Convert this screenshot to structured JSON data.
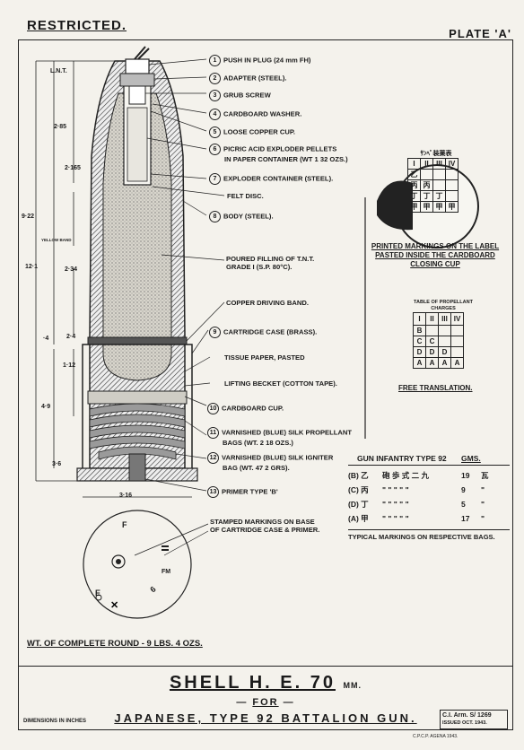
{
  "header": {
    "restricted": "RESTRICTED.",
    "plate": "PLATE 'A'"
  },
  "callouts": [
    {
      "num": "1",
      "text": "PUSH IN PLUG (24 mm FH)"
    },
    {
      "num": "2",
      "text": "ADAPTER (STEEL)."
    },
    {
      "num": "3",
      "text": "GRUB SCREW"
    },
    {
      "num": "4",
      "text": "CARDBOARD WASHER."
    },
    {
      "num": "5",
      "text": "LOOSE COPPER CUP."
    },
    {
      "num": "6",
      "text": "PICRIC ACID EXPLODER PELLETS",
      "text2": "IN PAPER CONTAINER (WT 1 32 OZS.)"
    },
    {
      "num": "7",
      "text": "EXPLODER CONTAINER (STEEL)."
    },
    {
      "num": "",
      "text": "FELT DISC."
    },
    {
      "num": "8",
      "text": "BODY (STEEL)."
    },
    {
      "num": "",
      "text": "POURED FILLING OF T.N.T.",
      "text2": "GRADE I (S.P. 80°C)."
    },
    {
      "num": "",
      "text": "COPPER DRIVING BAND."
    },
    {
      "num": "9",
      "text": "CARTRIDGE CASE (BRASS)."
    },
    {
      "num": "",
      "text": "TISSUE PAPER, PASTED"
    },
    {
      "num": "",
      "text": "LIFTING BECKET (COTTON TAPE)."
    },
    {
      "num": "10",
      "text": "CARDBOARD CUP."
    },
    {
      "num": "11",
      "text": "VARNISHED (BLUE) SILK PROPELLANT",
      "text2": "BAGS (WT. 2 18 OZS.)"
    },
    {
      "num": "12",
      "text": "VARNISHED (BLUE) SILK IGNITER",
      "text2": "BAG (WT. 47 2 GRS)."
    },
    {
      "num": "13",
      "text": "PRIMER TYPE 'B'"
    },
    {
      "num": "",
      "text": "STAMPED MARKINGS ON BASE",
      "text2": "OF CARTRIDGE CASE & PRIMER."
    }
  ],
  "dimensions": {
    "lnt": "L.N.T.",
    "d285": "2·85",
    "d2165": "2·165",
    "d922": "9·22",
    "yellowband": "YELLOW BAND",
    "d121": "12·1",
    "d234": "2·34",
    "d4": "·4",
    "d24": "2·4",
    "d112": "1·12",
    "d49": "4·9",
    "d36": "3·6",
    "d316": "3·16"
  },
  "label_box": {
    "caption_line1": "PRINTED MARKINGS ON THE LABEL",
    "caption_line2": "PASTED INSIDE THE CARDBOARD",
    "caption_line3": "CLOSING CUP",
    "grid_header": "ｻﾝﾍﾟ装薬表"
  },
  "translation": {
    "title_line1": "TABLE OF PROPELLANT",
    "title_line2": "CHARGES",
    "headers": [
      "I",
      "II",
      "III",
      "IV"
    ],
    "rows": [
      [
        "B",
        "",
        "",
        ""
      ],
      [
        "C",
        "C",
        "",
        ""
      ],
      [
        "D",
        "D",
        "D",
        ""
      ],
      [
        "A",
        "A",
        "A",
        "A"
      ]
    ],
    "caption": "FREE TRANSLATION."
  },
  "gun_table": {
    "heading": "GUN INFANTRY TYPE 92",
    "unit": "GMS.",
    "rows": [
      {
        "label": "(B) 乙",
        "mid": "砲 歩 式 二 九",
        "value": "19",
        "unit": "瓦"
      },
      {
        "label": "(C) 丙",
        "mid": "\" \" \" \" \"",
        "value": "9",
        "unit": "\""
      },
      {
        "label": "(D) 丁",
        "mid": "\" \" \" \" \"",
        "value": "5",
        "unit": "\""
      },
      {
        "label": "(A) 甲",
        "mid": "\" \" \" \" \"",
        "value": "17",
        "unit": "\""
      }
    ],
    "caption": "TYPICAL MARKINGS ON RESPECTIVE BAGS."
  },
  "base_marks": {
    "f": "F",
    "fm": "FM",
    "e": "E",
    "six": "6"
  },
  "weight": "WT. OF COMPLETE ROUND - 9 LBS. 4 OZS.",
  "title": {
    "main": "SHELL H. E. 70",
    "mm": "MM.",
    "for": "FOR",
    "sub": "JAPANESE, TYPE 92 BATTALION GUN."
  },
  "footer": {
    "dims": "DIMENSIONS IN INCHES",
    "stamp1": "C.I. Arm. S/ 1269",
    "stamp2": "ISSUED OCT. 1943.",
    "credit": "C.P.C.P. AGENA 1943."
  }
}
